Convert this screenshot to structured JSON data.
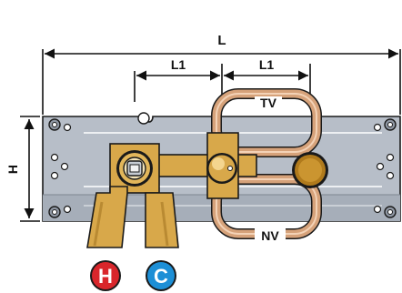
{
  "dimensions": {
    "overall_length": "L",
    "spacing_1": "L1",
    "spacing_2": "L1",
    "height": "H"
  },
  "loops": {
    "upper": "TV",
    "lower": "NV"
  },
  "inlets": {
    "hot": {
      "label": "H",
      "color": "#d9262b"
    },
    "cold": {
      "label": "C",
      "color": "#1d8fd6"
    }
  },
  "colors": {
    "rail": "#b7bec8",
    "brass": "#d8a84a",
    "copper": "#d6a27a",
    "outline": "#1a1a1a"
  }
}
